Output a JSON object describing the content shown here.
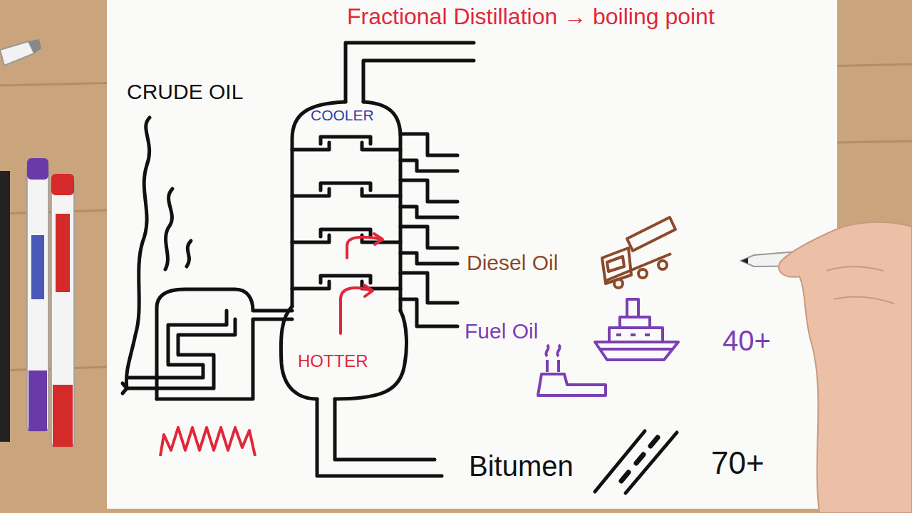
{
  "diagram": {
    "title": "Fractional Distillation → boiling point",
    "labels": [
      "CRUDE OIL",
      "COOLER",
      "HOTTER",
      "Diesel Oil",
      "Fuel Oil",
      "40+",
      "Bitumen",
      "70+"
    ]
  }
}
